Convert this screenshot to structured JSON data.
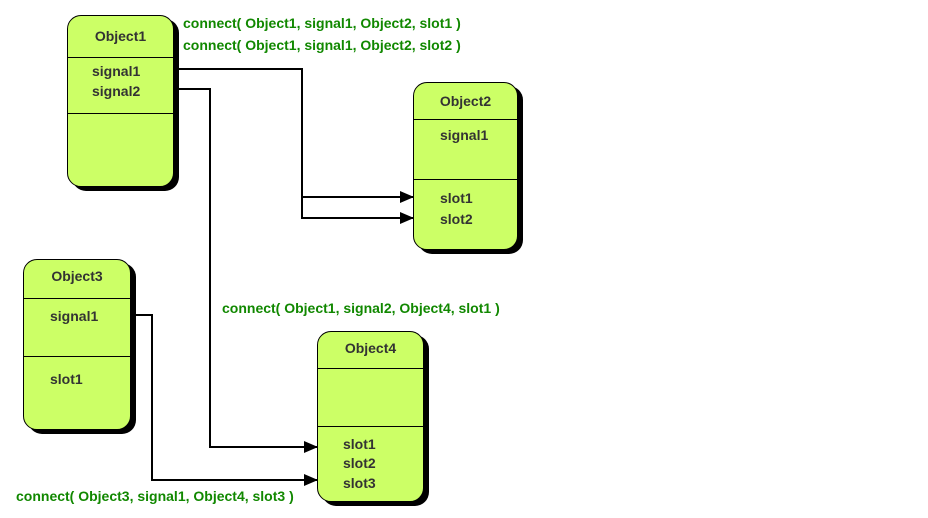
{
  "objects": {
    "object1": {
      "title": "Object1",
      "signals": [
        "signal1",
        "signal2"
      ],
      "slots": []
    },
    "object2": {
      "title": "Object2",
      "signals": [
        "signal1"
      ],
      "slots": [
        "slot1",
        "slot2"
      ]
    },
    "object3": {
      "title": "Object3",
      "signals": [
        "signal1"
      ],
      "slots": [
        "slot1"
      ]
    },
    "object4": {
      "title": "Object4",
      "signals": [],
      "slots": [
        "slot1",
        "slot2",
        "slot3"
      ]
    }
  },
  "connections": [
    "connect( Object1, signal1, Object2, slot1 )",
    "connect( Object1, signal1, Object2, slot2 )",
    "connect( Object1, signal2, Object4, slot1 )",
    "connect( Object3, signal1, Object4, slot3 )"
  ],
  "colors": {
    "box_fill": "#ccff66",
    "connect_text": "#118800",
    "label_text": "#333333"
  }
}
